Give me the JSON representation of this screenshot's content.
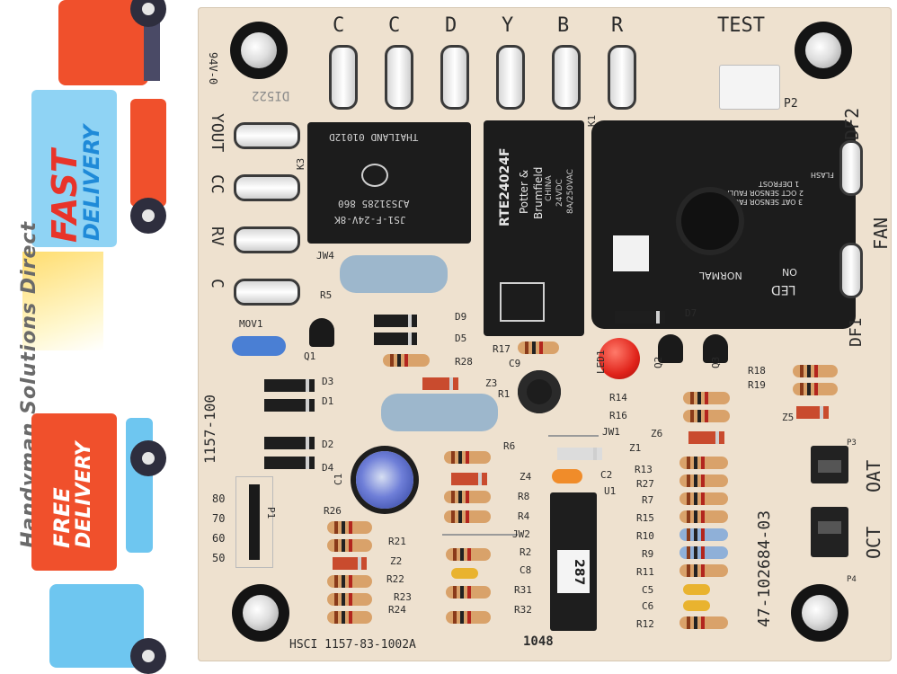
{
  "brand": {
    "store_name": "Handyman Solutions Direct",
    "badge_fast_1": "FAST",
    "badge_fast_2": "DELIVERY",
    "badge_free_1": "FREE",
    "badge_free_2": "DELIVERY"
  },
  "board": {
    "top_terminals": [
      "C",
      "C",
      "D",
      "Y",
      "B",
      "R"
    ],
    "test_label": "TEST",
    "p2": "P2",
    "left_terminals": [
      "YOUT",
      "CC",
      "RV",
      "C"
    ],
    "df2": "DF2",
    "fan": "FAN",
    "df1": "DF1",
    "led_panel": {
      "led": "LED",
      "on": "ON",
      "normal": "NORMAL",
      "flash": "FLASH",
      "line1": "1 DEFROST",
      "line2": "2 OCT SENSOR FAULT",
      "line3": "3 OAT SENSOR FAULT"
    },
    "relay_k1": {
      "model": "RTE24024F",
      "brand1": "Potter &",
      "brand2": "Brumfield",
      "origin": "CHINA",
      "rating1": "24VDC",
      "rating2": "8A/250VAC"
    },
    "relay_k3": {
      "origin": "THAILAND 01012D",
      "part": "AJS31285 860",
      "model": "JS1-F-24V-8K"
    },
    "ul_code": "94V-0",
    "ul_text": "DI522",
    "k3": "K3",
    "k1": "K1",
    "jw4": "JW4",
    "mov1": "MOV1",
    "q1": "Q1",
    "r5": "R5",
    "d9": "D9",
    "d5": "D5",
    "r17": "R17",
    "r28": "R28",
    "c9": "C9",
    "d7": "D7",
    "q2": "Q2",
    "q3": "Q3",
    "led1": "LED1",
    "d3": "D3",
    "d1": "D1",
    "d2": "D2",
    "d4": "D4",
    "z3": "Z3",
    "r1": "R1",
    "r14": "R14",
    "r16": "R16",
    "r18": "R18",
    "r19": "R19",
    "z5": "Z5",
    "z6": "Z6",
    "jw1": "JW1",
    "z1": "Z1",
    "r6": "R6",
    "z4": "Z4",
    "r8": "R8",
    "r4": "R4",
    "c1": "C1",
    "c2": "C2",
    "u1": "U1",
    "r13": "R13",
    "r27": "R27",
    "r7": "R7",
    "r15": "R15",
    "r10": "R10",
    "r9": "R9",
    "r11": "R11",
    "c5": "C5",
    "c6": "C6",
    "r12": "R12",
    "p3": "P3",
    "oat": "OAT",
    "oct": "OCT",
    "p4": "P4",
    "p1": "P1",
    "settings": [
      "80",
      "70",
      "60",
      "50"
    ],
    "r26": "R26",
    "r21": "R21",
    "z2": "Z2",
    "r22": "R22",
    "r23": "R23",
    "r24": "R24",
    "jw2": "JW2",
    "r2": "R2",
    "c8": "C8",
    "r31": "R31",
    "r32": "R32",
    "chip_label": "287",
    "board_num_left": "1157-100",
    "board_num_right": "47-102684-03",
    "footer": "HSCI 1157-83-1002A",
    "date_code": "1048"
  },
  "colors": {
    "board": "#eee1cf",
    "relay": "#1c1c1c",
    "truck_red": "#f0502c",
    "truck_blue": "#6ec6f0",
    "fast_text": "#e8342a",
    "delivery_text": "#1f8ad8"
  }
}
